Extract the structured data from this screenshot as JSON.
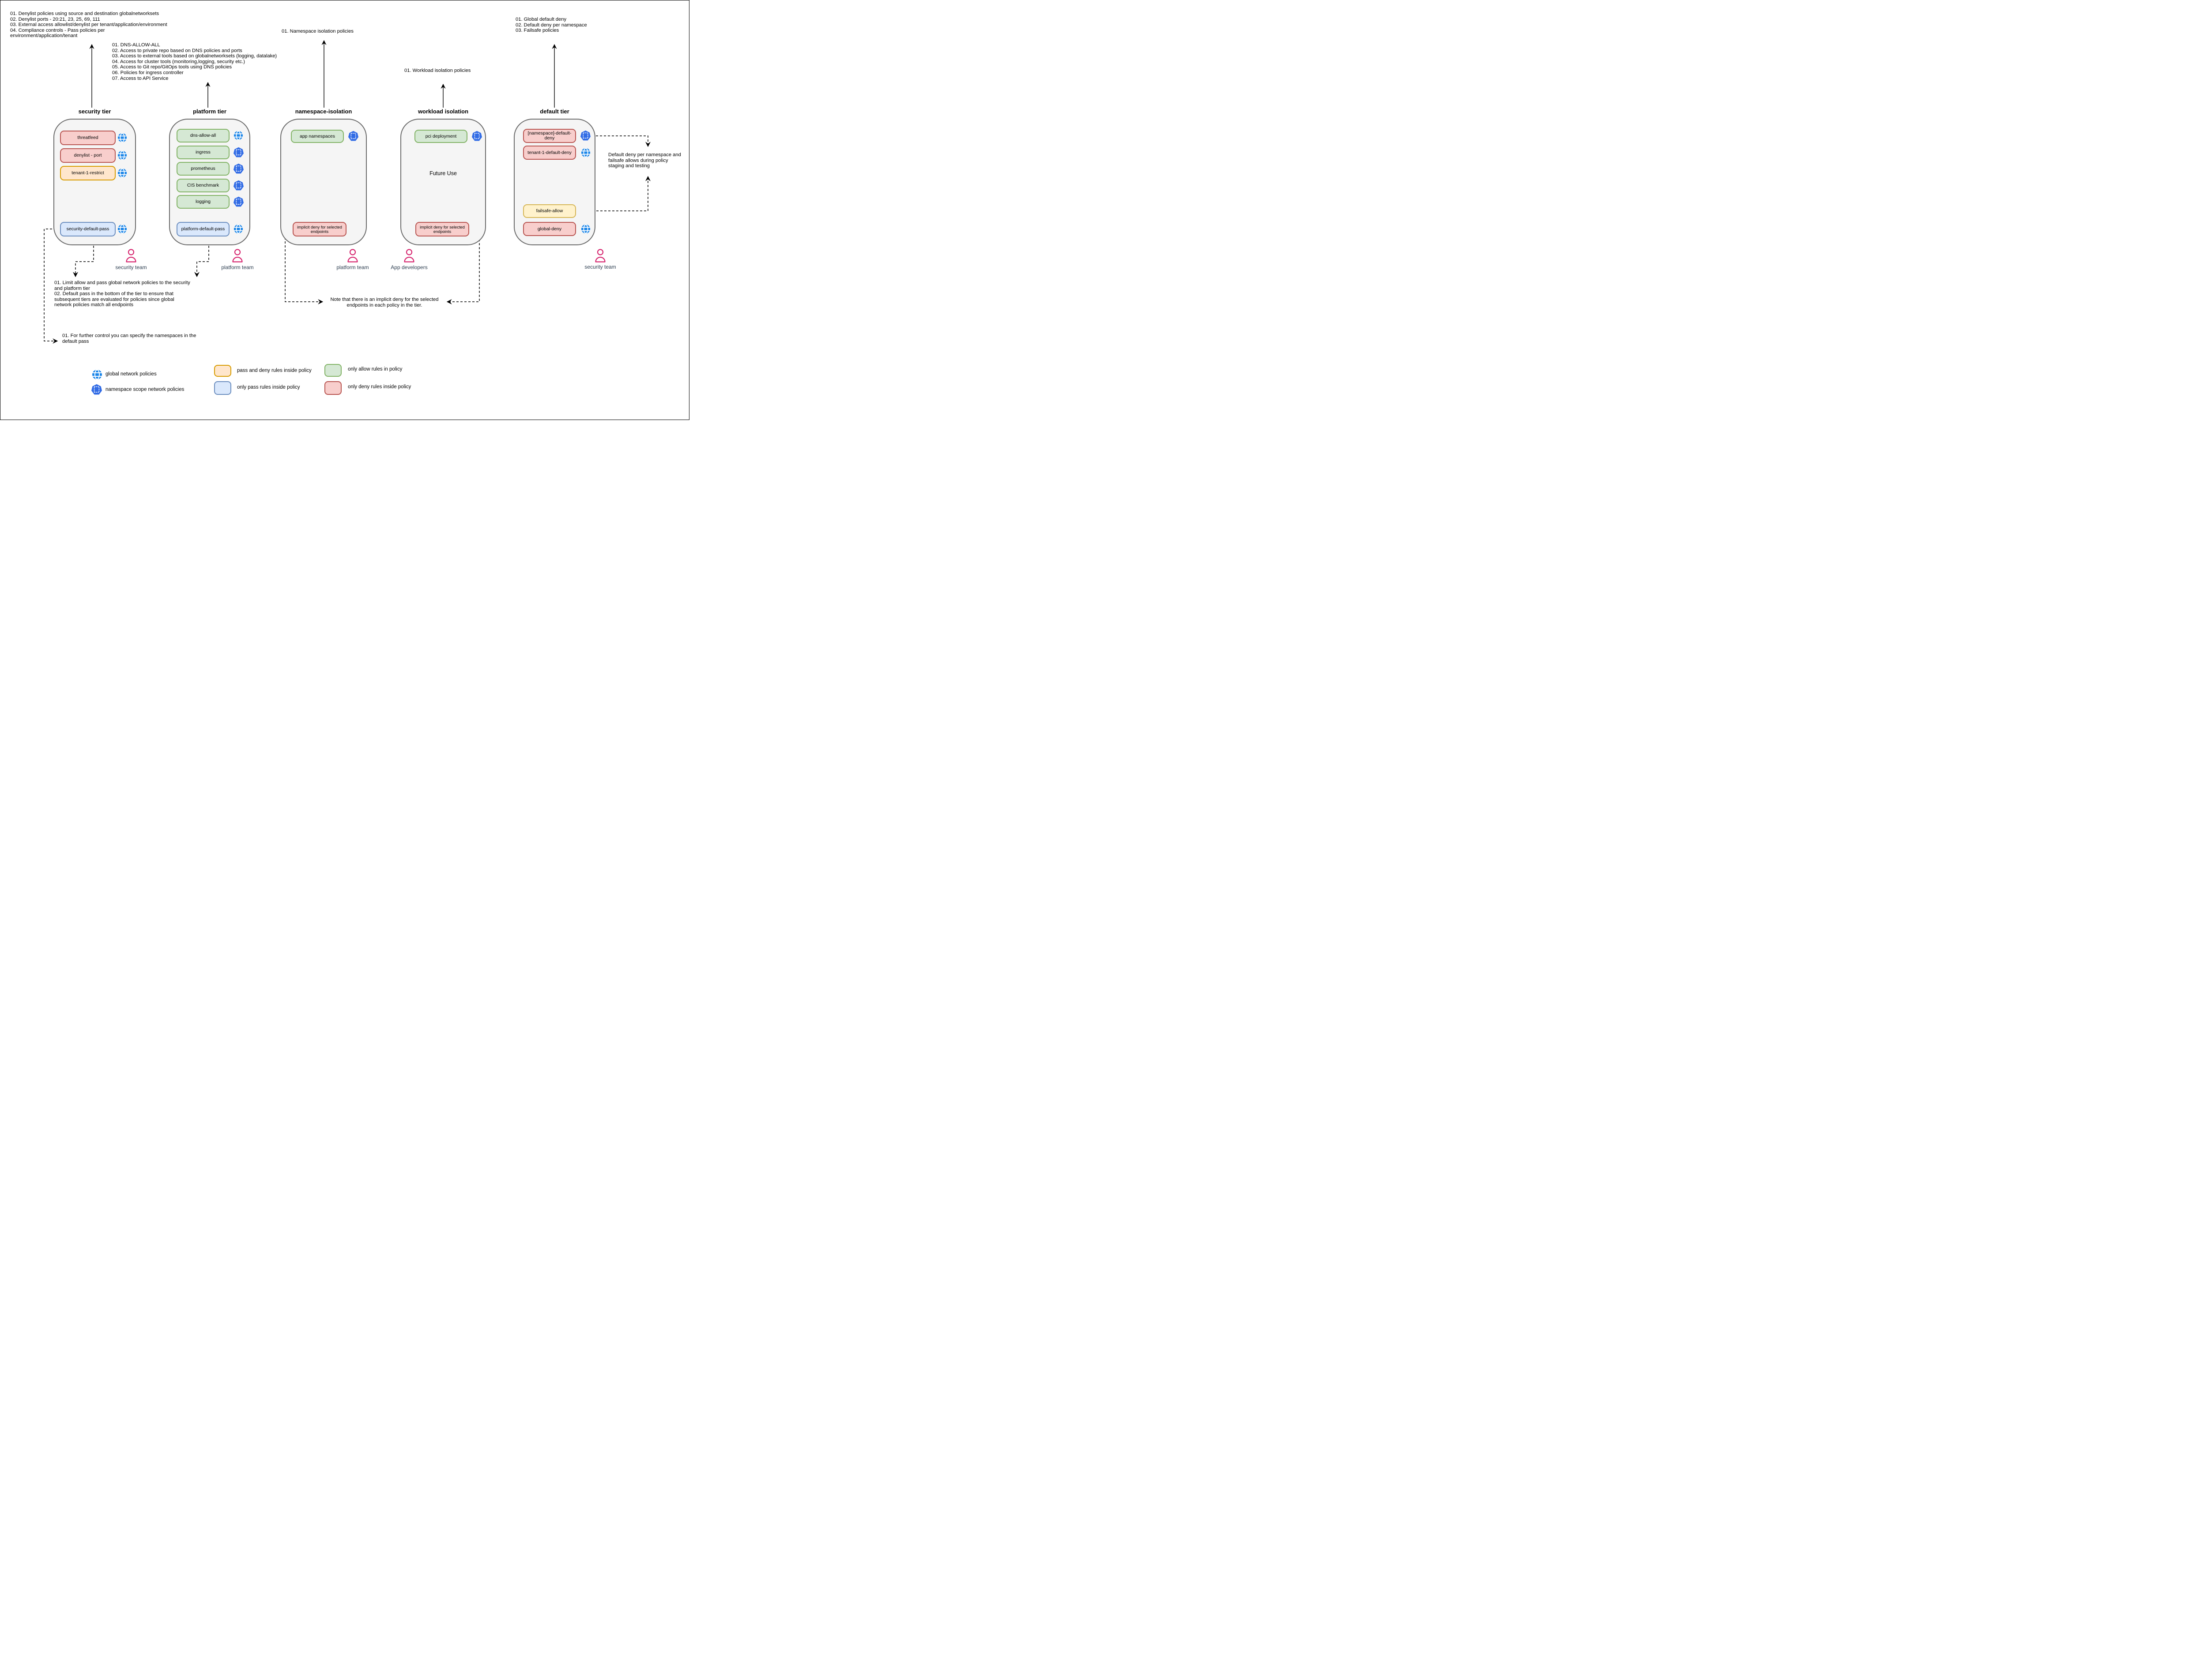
{
  "annotations": {
    "security": {
      "lines": [
        "01. Denylist policies using source and destination globalnetworksets",
        "02. Denylist ports - 20:21, 23, 25, 69, 111",
        "03. External access allowlist/denylist per tenant/application/environment",
        "04. Compliance controls - Pass policies per",
        "environment/application/tenant"
      ]
    },
    "platform": {
      "lines": [
        "01. DNS-ALLOW-ALL",
        "02. Access to private repo based on DNS policies and ports",
        "03. Access to external tools based on globalnetworksets (logging, datalake)",
        "04. Access for cluster tools (monitoring,logging, security etc.)",
        "05. Access to Git repo/GitOps tools using DNS policies",
        "06. Policies for ingress controller",
        "07. Access to API Service"
      ]
    },
    "namespace": {
      "line": "01. Namespace isolation policies"
    },
    "workload": {
      "line": "01. Workload isolation policies"
    },
    "default": {
      "lines": [
        "01. Global default deny",
        "02. Default deny per namespace",
        "03. Failsafe policies"
      ]
    }
  },
  "tiers": [
    {
      "title": "security tier",
      "policies": [
        {
          "label": "threatfeed",
          "style": "deny",
          "scope": "global"
        },
        {
          "label": "denylist - port",
          "style": "deny",
          "scope": "global"
        },
        {
          "label": "tenant-1-restrict",
          "style": "pass-and-deny",
          "scope": "global"
        },
        {
          "label": "security-default-pass",
          "style": "pass",
          "scope": "global"
        }
      ]
    },
    {
      "title": "platform tier",
      "policies": [
        {
          "label": "dns-allow-all",
          "style": "allow",
          "scope": "global"
        },
        {
          "label": "ingress",
          "style": "allow",
          "scope": "namespace"
        },
        {
          "label": "prometheus",
          "style": "allow",
          "scope": "namespace"
        },
        {
          "label": "CIS benchmark",
          "style": "allow",
          "scope": "namespace"
        },
        {
          "label": "logging",
          "style": "allow",
          "scope": "namespace"
        },
        {
          "label": "platform-default-pass",
          "style": "pass",
          "scope": "global"
        }
      ]
    },
    {
      "title": "namespace-isolation",
      "policies": [
        {
          "label": "app namespaces",
          "style": "allow",
          "scope": "namespace"
        },
        {
          "label": "implicit deny for selected endpoints",
          "style": "deny",
          "scope": "none"
        }
      ]
    },
    {
      "title": "workload isolation",
      "future_label": "Future Use",
      "policies": [
        {
          "label": "pci deployment",
          "style": "allow",
          "scope": "namespace"
        },
        {
          "label": "implicit deny for selected endpoints",
          "style": "deny",
          "scope": "none"
        }
      ]
    },
    {
      "title": "default tier",
      "policies": [
        {
          "label": "[namespace]-default-deny",
          "style": "deny",
          "scope": "namespace"
        },
        {
          "label": "tenant-1-default-deny",
          "style": "deny",
          "scope": "global"
        },
        {
          "label": "failsafe-allow",
          "style": "failsafe",
          "scope": "none"
        },
        {
          "label": "global-deny",
          "style": "deny",
          "scope": "global"
        }
      ]
    }
  ],
  "teams": [
    "security team",
    "platform team",
    "platform team",
    "App developers",
    "security team"
  ],
  "notes": {
    "limit": {
      "lines": [
        "01. Limit allow and pass global network policies to the security",
        "and platform tier",
        "02. Default pass in the bottom of the tier to ensure that",
        "subsequent tiers are evaluated for policies since global",
        "network policies match all endpoints"
      ]
    },
    "implicit": {
      "lines": [
        "Note that there is an implicit deny for the selected",
        "endpoints in each policy in the tier."
      ]
    },
    "further": {
      "lines": [
        "01. For further control you can specify the namespaces in the",
        "default pass"
      ]
    },
    "default_deny": {
      "lines": [
        "Default deny per namespace and",
        "failsafe allows during policy",
        "staging and testing"
      ]
    }
  },
  "legend": {
    "global_label": "global network policies",
    "namespace_label": "namespace scope network policies",
    "pass_deny_label": "pass and deny rules inside policy",
    "only_pass_label": "only pass rules inside policy",
    "only_allow_label": "only allow rules in policy",
    "only_deny_label": "only deny rules inside policy"
  },
  "colors": {
    "deny_fill": "#f8cecc",
    "deny_stroke": "#b85450",
    "pass_deny_fill": "#ffe6cc",
    "pass_deny_stroke": "#d79b00",
    "failsafe_fill": "#fff2cc",
    "failsafe_stroke": "#d6b656",
    "allow_fill": "#d5e8d4",
    "allow_stroke": "#82b366",
    "pass_fill": "#dae8fc",
    "pass_stroke": "#6c8ebf",
    "tier_fill": "#f5f5f5",
    "tier_stroke": "#6b6b6b",
    "global_icon_blue": "#1a85e8",
    "namespace_icon_blue": "#326ce5",
    "team_icon_pink": "#d6246e",
    "team_label_color": "#2d3e50"
  }
}
